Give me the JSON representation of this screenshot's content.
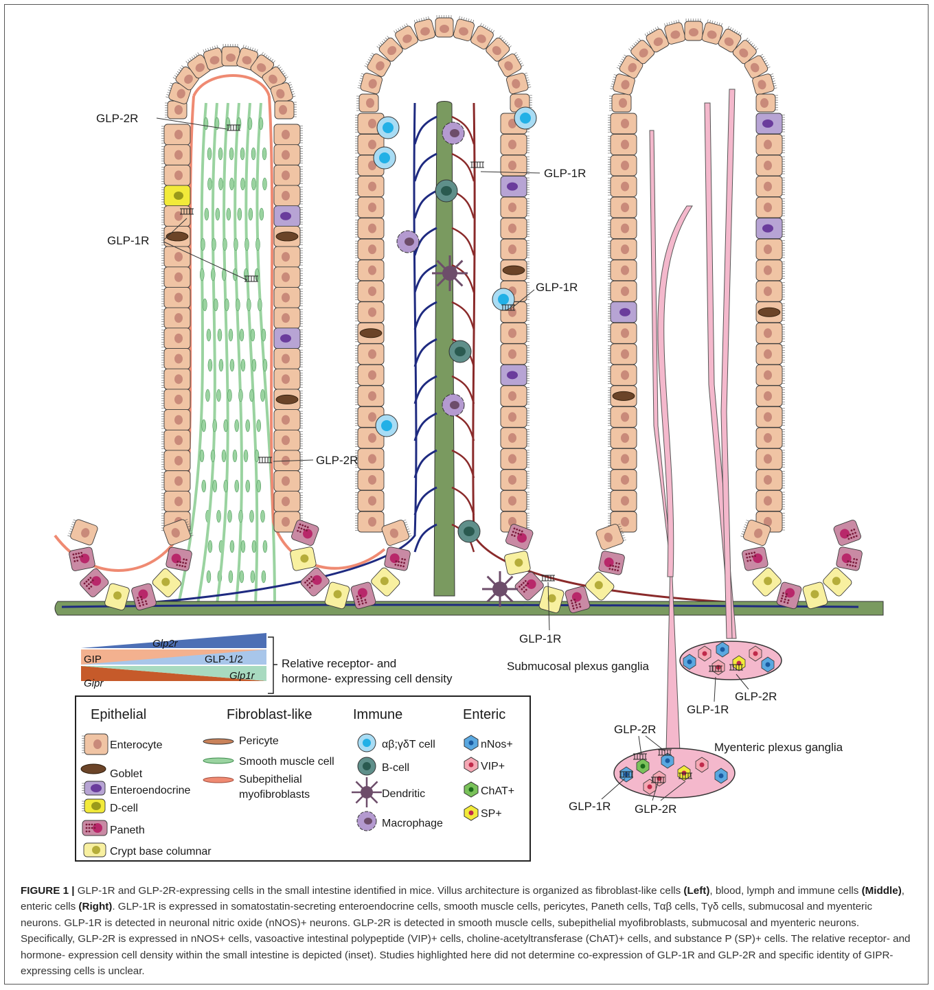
{
  "labels": {
    "glp2r_top": "GLP-2R",
    "glp1r_left": "GLP-1R",
    "glp1r_mid_top": "GLP-1R",
    "glp1r_mid": "GLP-1R",
    "glp2r_mid": "GLP-2R",
    "glp1r_bottom": "GLP-1R",
    "submucosal": "Submucosal plexus ganglia",
    "sub_glp1r": "GLP-1R",
    "sub_glp2r": "GLP-2R",
    "myenteric": "Myenteric plexus ganglia",
    "my_glp2r_top": "GLP-2R",
    "my_glp1r": "GLP-1R",
    "my_glp2r_bottom": "GLP-2R"
  },
  "density": {
    "glp2r": "Glp2r",
    "gip": "GIP",
    "glp12": "GLP-1/2",
    "gipr": "Gipr",
    "glp1r": "Glp1r",
    "description_line1": "Relative receptor- and",
    "description_line2": "hormone- expressing cell density"
  },
  "legend": {
    "headers": {
      "epithelial": "Epithelial",
      "fibroblast": "Fibroblast-like",
      "immune": "Immune",
      "enteric": "Enteric"
    },
    "epithelial": [
      "Enterocyte",
      "Goblet",
      "Enteroendocrine",
      "D-cell",
      "Paneth",
      "Crypt base columnar"
    ],
    "fibroblast": [
      "Pericyte",
      "Smooth muscle cell",
      "Subepithelial",
      "myofibroblasts"
    ],
    "immune": [
      "αβ;γδT cell",
      "B-cell",
      "Dendritic",
      "Macrophage"
    ],
    "enteric": [
      "nNos+",
      "VIP+",
      "ChAT+",
      "SP+"
    ]
  },
  "caption": {
    "fig": "FIGURE 1 |",
    "part1": " GLP-1R and GLP-2R-expressing cells in the small intestine identified in mice. Villus architecture is organized as fibroblast-like cells ",
    "left": "(Left)",
    "part2": ", blood, lymph and immune cells ",
    "middle": "(Middle)",
    "part3": ", enteric cells ",
    "right": "(Right)",
    "part4": ". GLP-1R is expressed in somatostatin-secreting enteroendocrine cells, smooth muscle cells, pericytes, Paneth cells, Tαβ cells, Tγδ cells, submucosal and myenteric neurons. GLP-1R is detected in neuronal nitric oxide (nNOS)+ neurons. GLP-2R is detected in smooth muscle cells, subepithelial myofibroblasts, submucosal and myenteric neurons. Specifically, GLP-2R is expressed in nNOS+ cells, vasoactive intestinal polypeptide (VIP)+ cells, choline-acetyltransferase (ChAT)+ cells, and substance P (SP)+ cells. The relative receptor- and hormone- expression cell density within the small intestine is depicted (inset). Studies highlighted here did not determine co-expression of GLP-1R and GLP-2R and specific identity of GIPR-expressing cells is unclear."
  },
  "colors": {
    "enterocyte": "#f0c4a4",
    "enterocyte_nucleus": "#c98a7a",
    "goblet": "#6b4428",
    "enteroendocrine": "#b7a4d4",
    "enteroendocrine_nucleus": "#6a3c9c",
    "dcell": "#f2ea3a",
    "paneth": "#c98aa4",
    "paneth_nucleus": "#b8286a",
    "cbc": "#f8f0a0",
    "cbc_nucleus": "#b5ad3a",
    "smooth_muscle": "#9ad3a0",
    "myofibroblast": "#ef8a72",
    "lacteal": "#7a9a60",
    "blood_blue": "#1e2a80",
    "blood_red": "#8a2a2a",
    "tcell": "#a8dcf4",
    "tcell_nucleus": "#22b0e6",
    "bcell": "#5f8f8a",
    "dendritic": "#6d4d6a",
    "macrophage": "#b49ad0",
    "neuron_pink": "#f4b8cc",
    "band_blue": "#4d6fb5",
    "band_salmon": "#f3b18f",
    "band_rust": "#c65a2a",
    "band_green": "#a8dac0"
  }
}
